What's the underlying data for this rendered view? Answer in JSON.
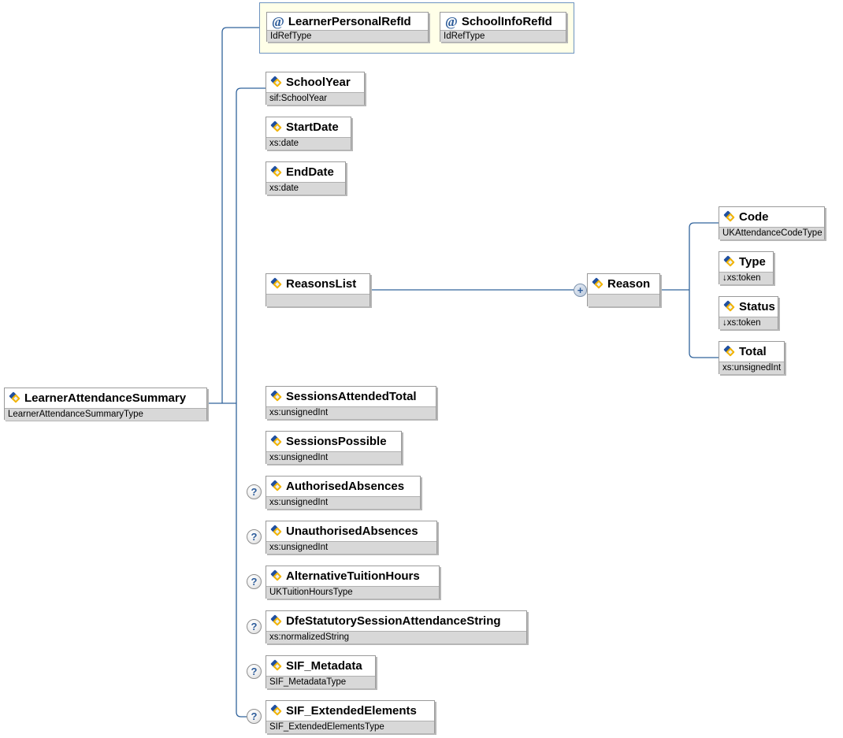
{
  "root": {
    "name": "LearnerAttendanceSummary",
    "type": "LearnerAttendanceSummaryType"
  },
  "attributes": [
    {
      "marker": "@",
      "name": "LearnerPersonalRefId",
      "type": "IdRefType"
    },
    {
      "marker": "@",
      "name": "SchoolInfoRefId",
      "type": "IdRefType"
    }
  ],
  "elements": {
    "school_year": {
      "name": "SchoolYear",
      "type": "sif:SchoolYear"
    },
    "start_date": {
      "name": "StartDate",
      "type": "xs:date"
    },
    "end_date": {
      "name": "EndDate",
      "type": "xs:date"
    },
    "reasons_list": {
      "name": "ReasonsList",
      "type": ""
    },
    "reason": {
      "name": "Reason",
      "type": ""
    },
    "code": {
      "name": "Code",
      "type": "UKAttendanceCodeType"
    },
    "type": {
      "name": "Type",
      "type": "↓xs:token"
    },
    "status": {
      "name": "Status",
      "type": "↓xs:token"
    },
    "total": {
      "name": "Total",
      "type": "xs:unsignedInt"
    },
    "sessions_attended_total": {
      "name": "SessionsAttendedTotal",
      "type": "xs:unsignedInt"
    },
    "sessions_possible": {
      "name": "SessionsPossible",
      "type": "xs:unsignedInt"
    },
    "authorised_absences": {
      "name": "AuthorisedAbsences",
      "type": "xs:unsignedInt"
    },
    "unauthorised_absences": {
      "name": "UnauthorisedAbsences",
      "type": "xs:unsignedInt"
    },
    "alternative_tuition_hours": {
      "name": "AlternativeTuitionHours",
      "type": "UKTuitionHoursType"
    },
    "dfe_statutory_session_attendance_string": {
      "name": "DfeStatutorySessionAttendanceString",
      "type": "xs:normalizedString"
    },
    "sif_metadata": {
      "name": "SIF_Metadata",
      "type": "SIF_MetadataType"
    },
    "sif_extended_elements": {
      "name": "SIF_ExtendedElements",
      "type": "SIF_ExtendedElementsType"
    }
  },
  "symbols": {
    "optional": "?",
    "expand": "+"
  },
  "colors": {
    "connector": "#31639c",
    "band": "#d8d8d8",
    "attr_group_bg": "#ffffe8",
    "accent_blue": "#2d5c9a",
    "icon_yellow": "#f2b300",
    "icon_blue": "#2050a0"
  }
}
